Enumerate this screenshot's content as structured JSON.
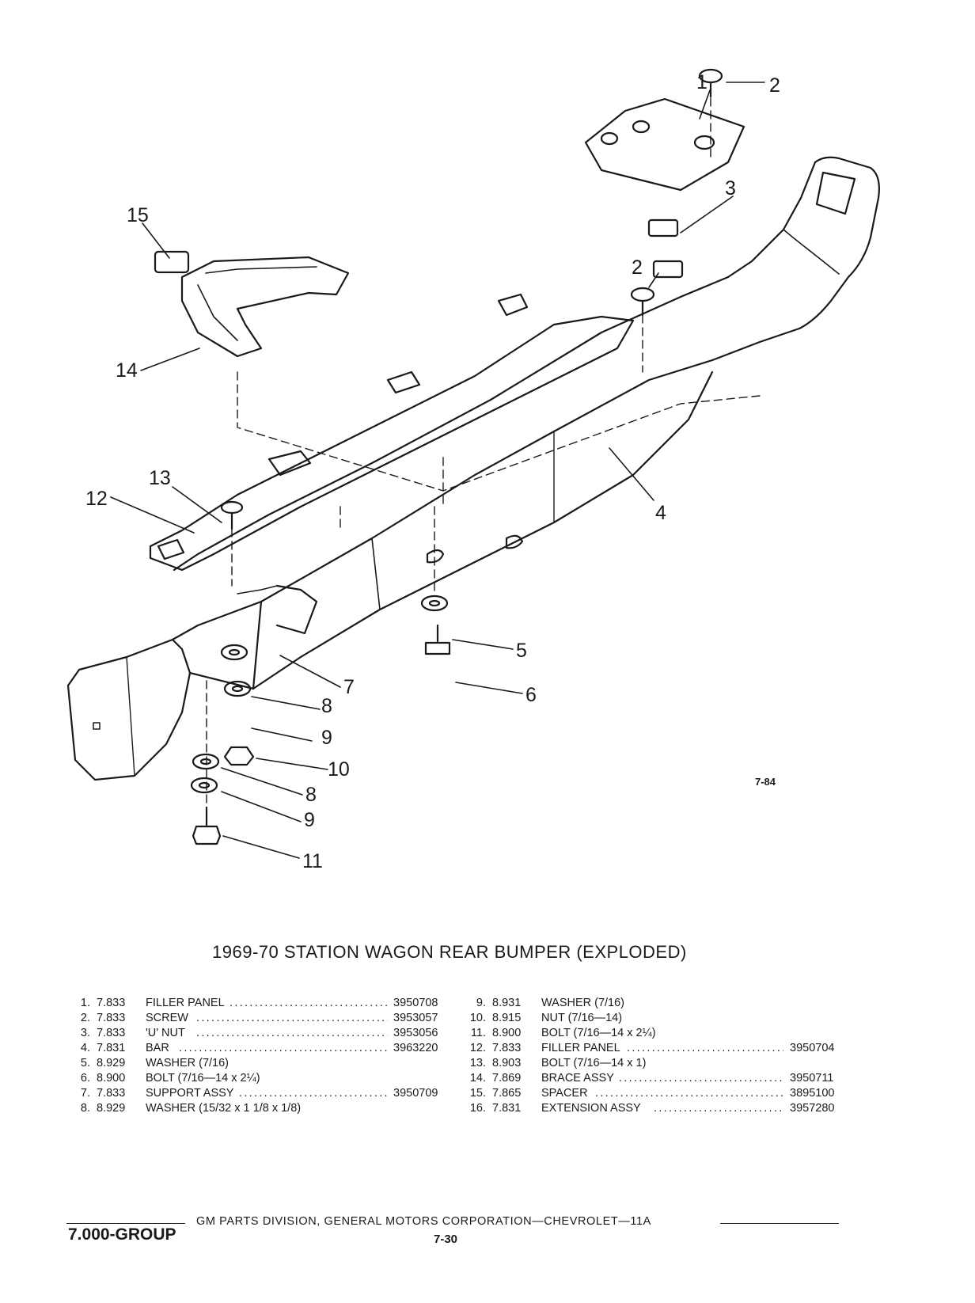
{
  "diagram": {
    "callouts": [
      {
        "id": "c1",
        "text": "1"
      },
      {
        "id": "c2a",
        "text": "2"
      },
      {
        "id": "c2b",
        "text": "2"
      },
      {
        "id": "c3",
        "text": "3"
      },
      {
        "id": "c4",
        "text": "4"
      },
      {
        "id": "c5",
        "text": "5"
      },
      {
        "id": "c6",
        "text": "6"
      },
      {
        "id": "c7",
        "text": "7"
      },
      {
        "id": "c8a",
        "text": "8"
      },
      {
        "id": "c8b",
        "text": "8"
      },
      {
        "id": "c9a",
        "text": "9"
      },
      {
        "id": "c9b",
        "text": "9"
      },
      {
        "id": "c10",
        "text": "10"
      },
      {
        "id": "c11",
        "text": "11"
      },
      {
        "id": "c12",
        "text": "12"
      },
      {
        "id": "c13",
        "text": "13"
      },
      {
        "id": "c14",
        "text": "14"
      },
      {
        "id": "c15",
        "text": "15"
      }
    ],
    "figure_code": "7-84"
  },
  "title": "1969-70 STATION WAGON REAR BUMPER (EXPLODED)",
  "parts_left": [
    {
      "num": "1.",
      "code": "7.833",
      "desc": "FILLER PANEL",
      "part_no": "3950708"
    },
    {
      "num": "2.",
      "code": "7.833",
      "desc": "SCREW",
      "part_no": "3953057"
    },
    {
      "num": "3.",
      "code": "7.833",
      "desc": "'U' NUT",
      "part_no": "3953056"
    },
    {
      "num": "4.",
      "code": "7.831",
      "desc": "BAR",
      "part_no": "3963220"
    },
    {
      "num": "5.",
      "code": "8.929",
      "desc": "WASHER (7/16)",
      "part_no": ""
    },
    {
      "num": "6.",
      "code": "8.900",
      "desc": "BOLT (7/16—14 x 2¼)",
      "part_no": ""
    },
    {
      "num": "7.",
      "code": "7.833",
      "desc": "SUPPORT ASSY",
      "part_no": "3950709"
    },
    {
      "num": "8.",
      "code": "8.929",
      "desc": "WASHER (15/32 x 1 1/8 x 1/8)",
      "part_no": ""
    }
  ],
  "parts_right": [
    {
      "num": "9.",
      "code": "8.931",
      "desc": "WASHER (7/16)",
      "part_no": ""
    },
    {
      "num": "10.",
      "code": "8.915",
      "desc": "NUT (7/16—14)",
      "part_no": ""
    },
    {
      "num": "11.",
      "code": "8.900",
      "desc": "BOLT (7/16—14 x 2¼)",
      "part_no": ""
    },
    {
      "num": "12.",
      "code": "7.833",
      "desc": "FILLER PANEL",
      "part_no": "3950704"
    },
    {
      "num": "13.",
      "code": "8.903",
      "desc": "BOLT (7/16—14 x 1)",
      "part_no": ""
    },
    {
      "num": "14.",
      "code": "7.869",
      "desc": "BRACE ASSY",
      "part_no": "3950711"
    },
    {
      "num": "15.",
      "code": "7.865",
      "desc": "SPACER",
      "part_no": "3895100"
    },
    {
      "num": "16.",
      "code": "7.831",
      "desc": "EXTENSION ASSY",
      "part_no": "3957280"
    }
  ],
  "footer": {
    "line": "GM PARTS DIVISION, GENERAL MOTORS CORPORATION—CHEVROLET—11A",
    "group": "7.000-GROUP",
    "page": "7-30"
  }
}
